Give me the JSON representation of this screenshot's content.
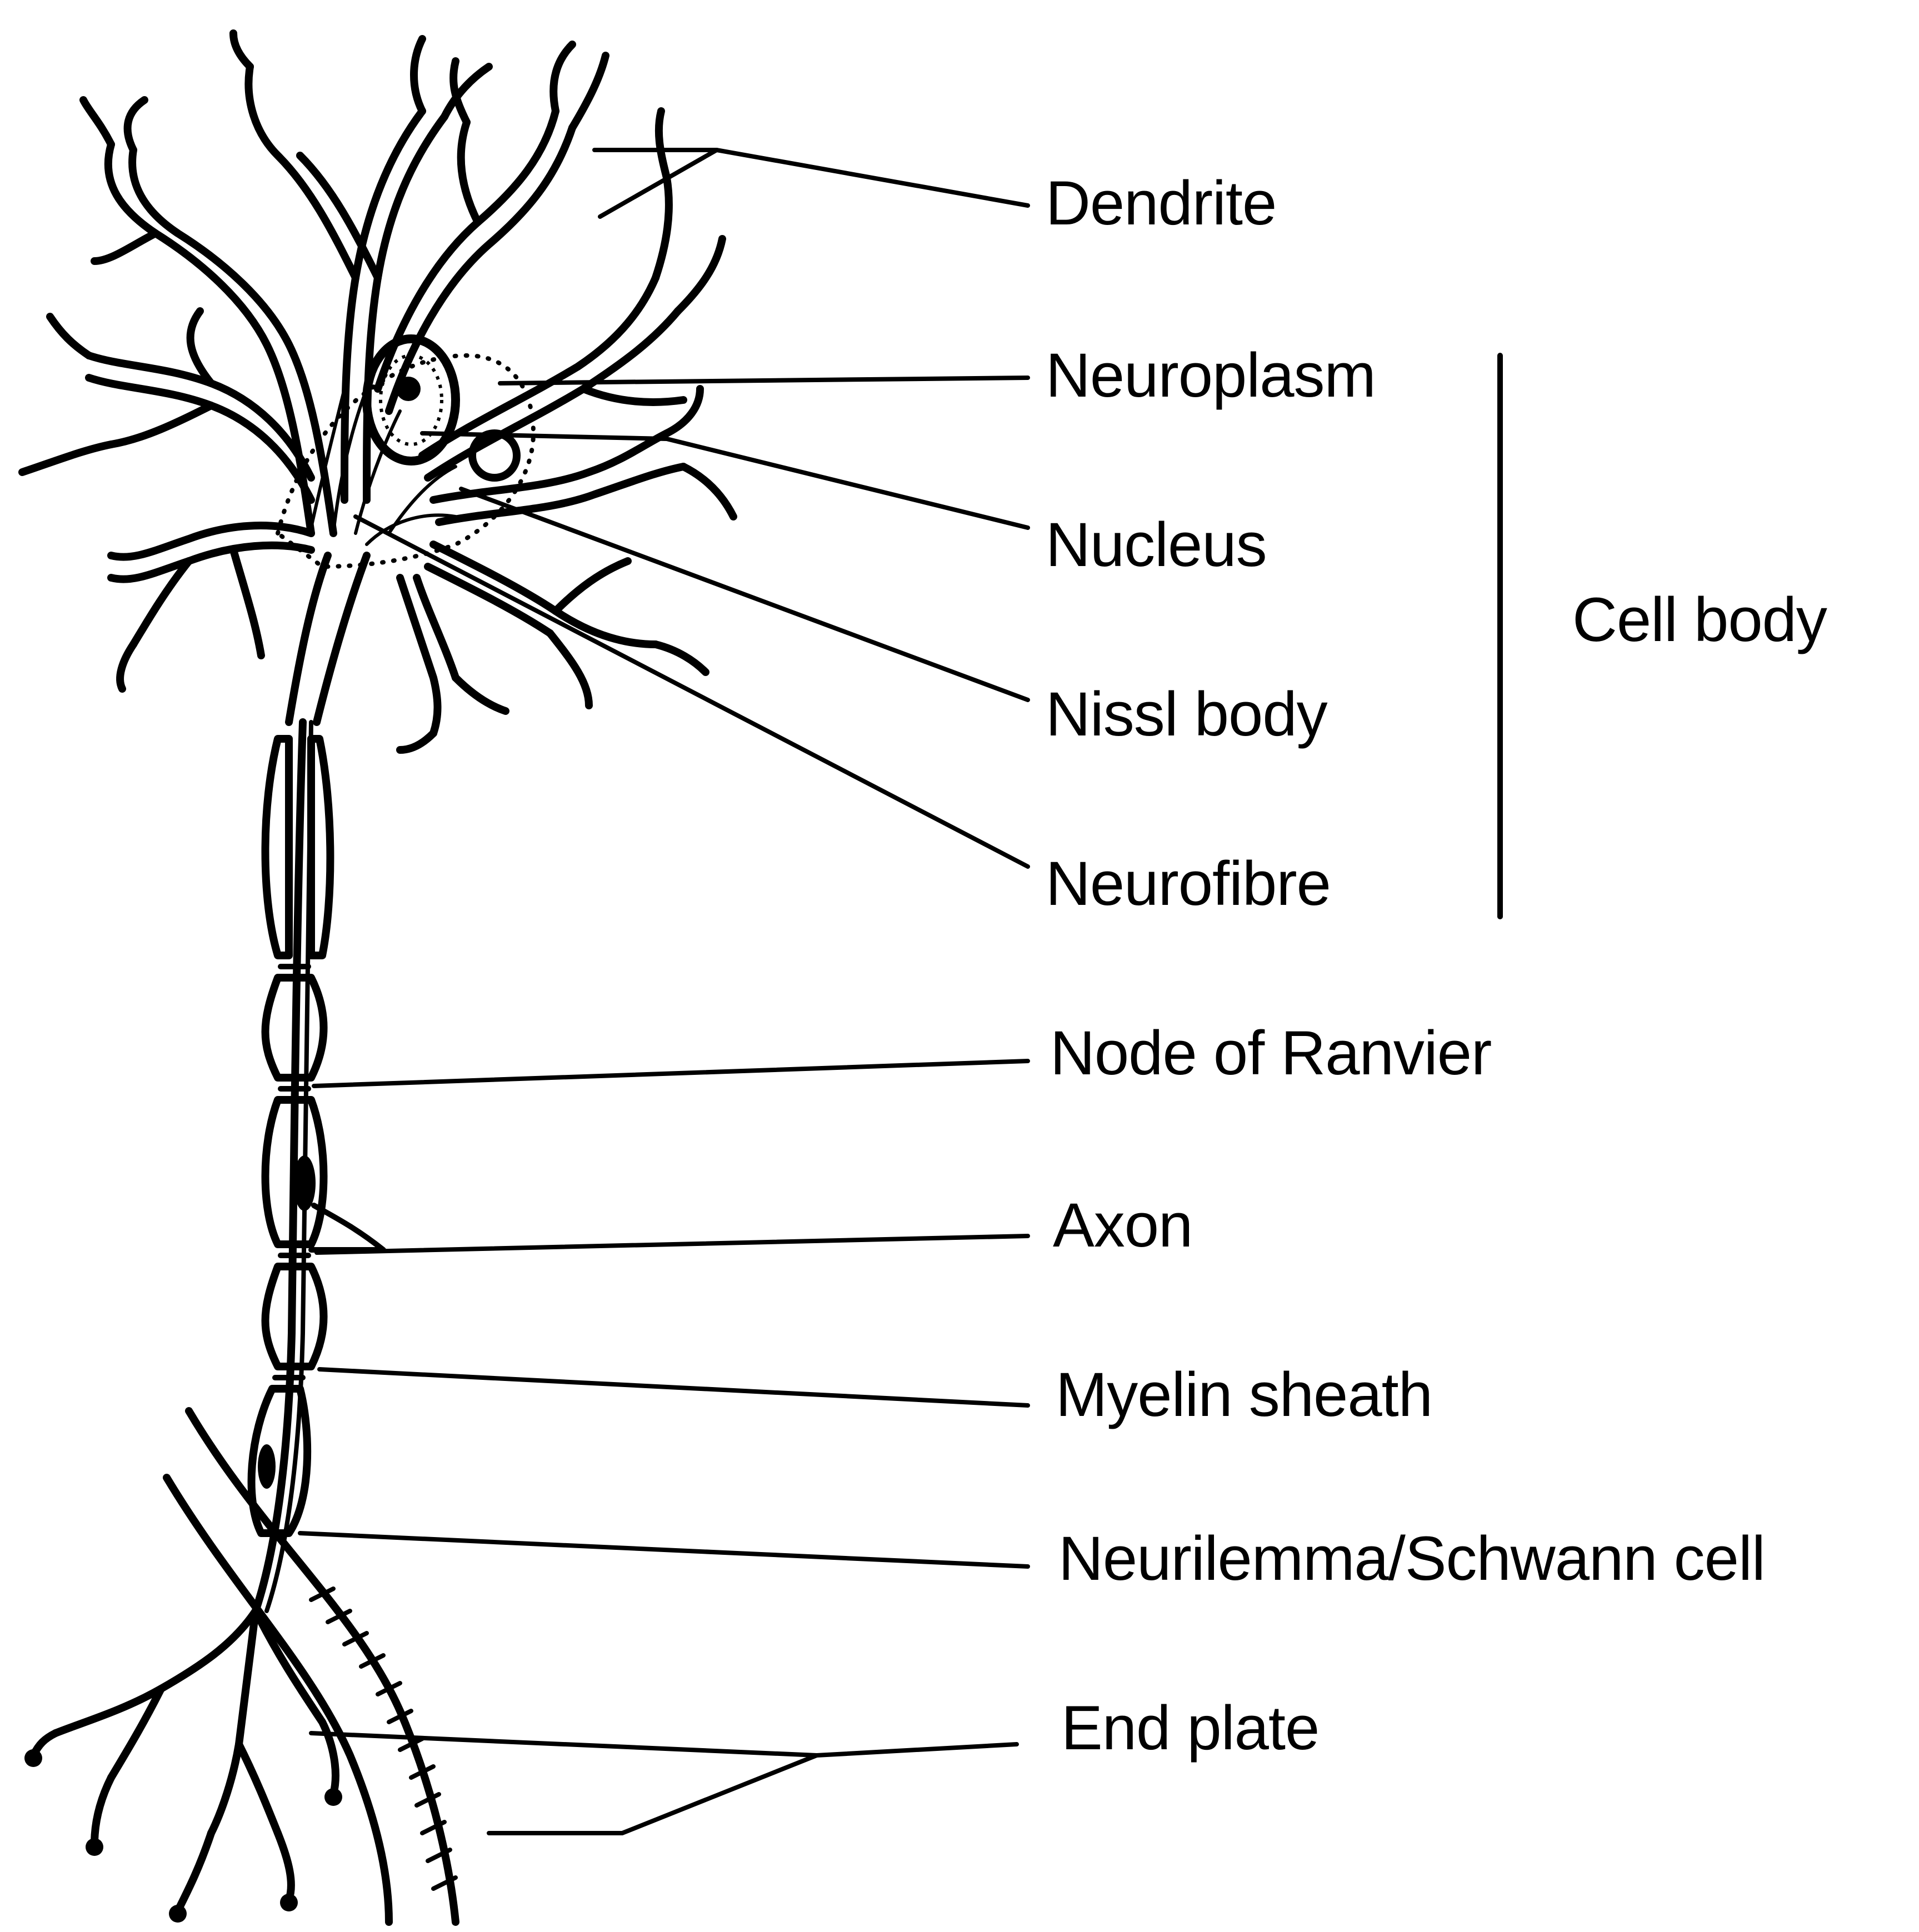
{
  "labels": {
    "dendrite": "Dendrite",
    "neuroplasm": "Neuroplasm",
    "nucleus": "Nucleus",
    "nissl_body": "Nissl body",
    "neurofibre": "Neurofibre",
    "cell_body": "Cell body",
    "node_of_ranvier": "Node of Ranvier",
    "axon": "Axon",
    "myelin_sheath": "Myelin sheath",
    "neurilemma": "Neurilemma/Schwann cell",
    "end_plate": "End plate"
  },
  "colors": {
    "ink": "#000000",
    "background": "#ffffff"
  }
}
